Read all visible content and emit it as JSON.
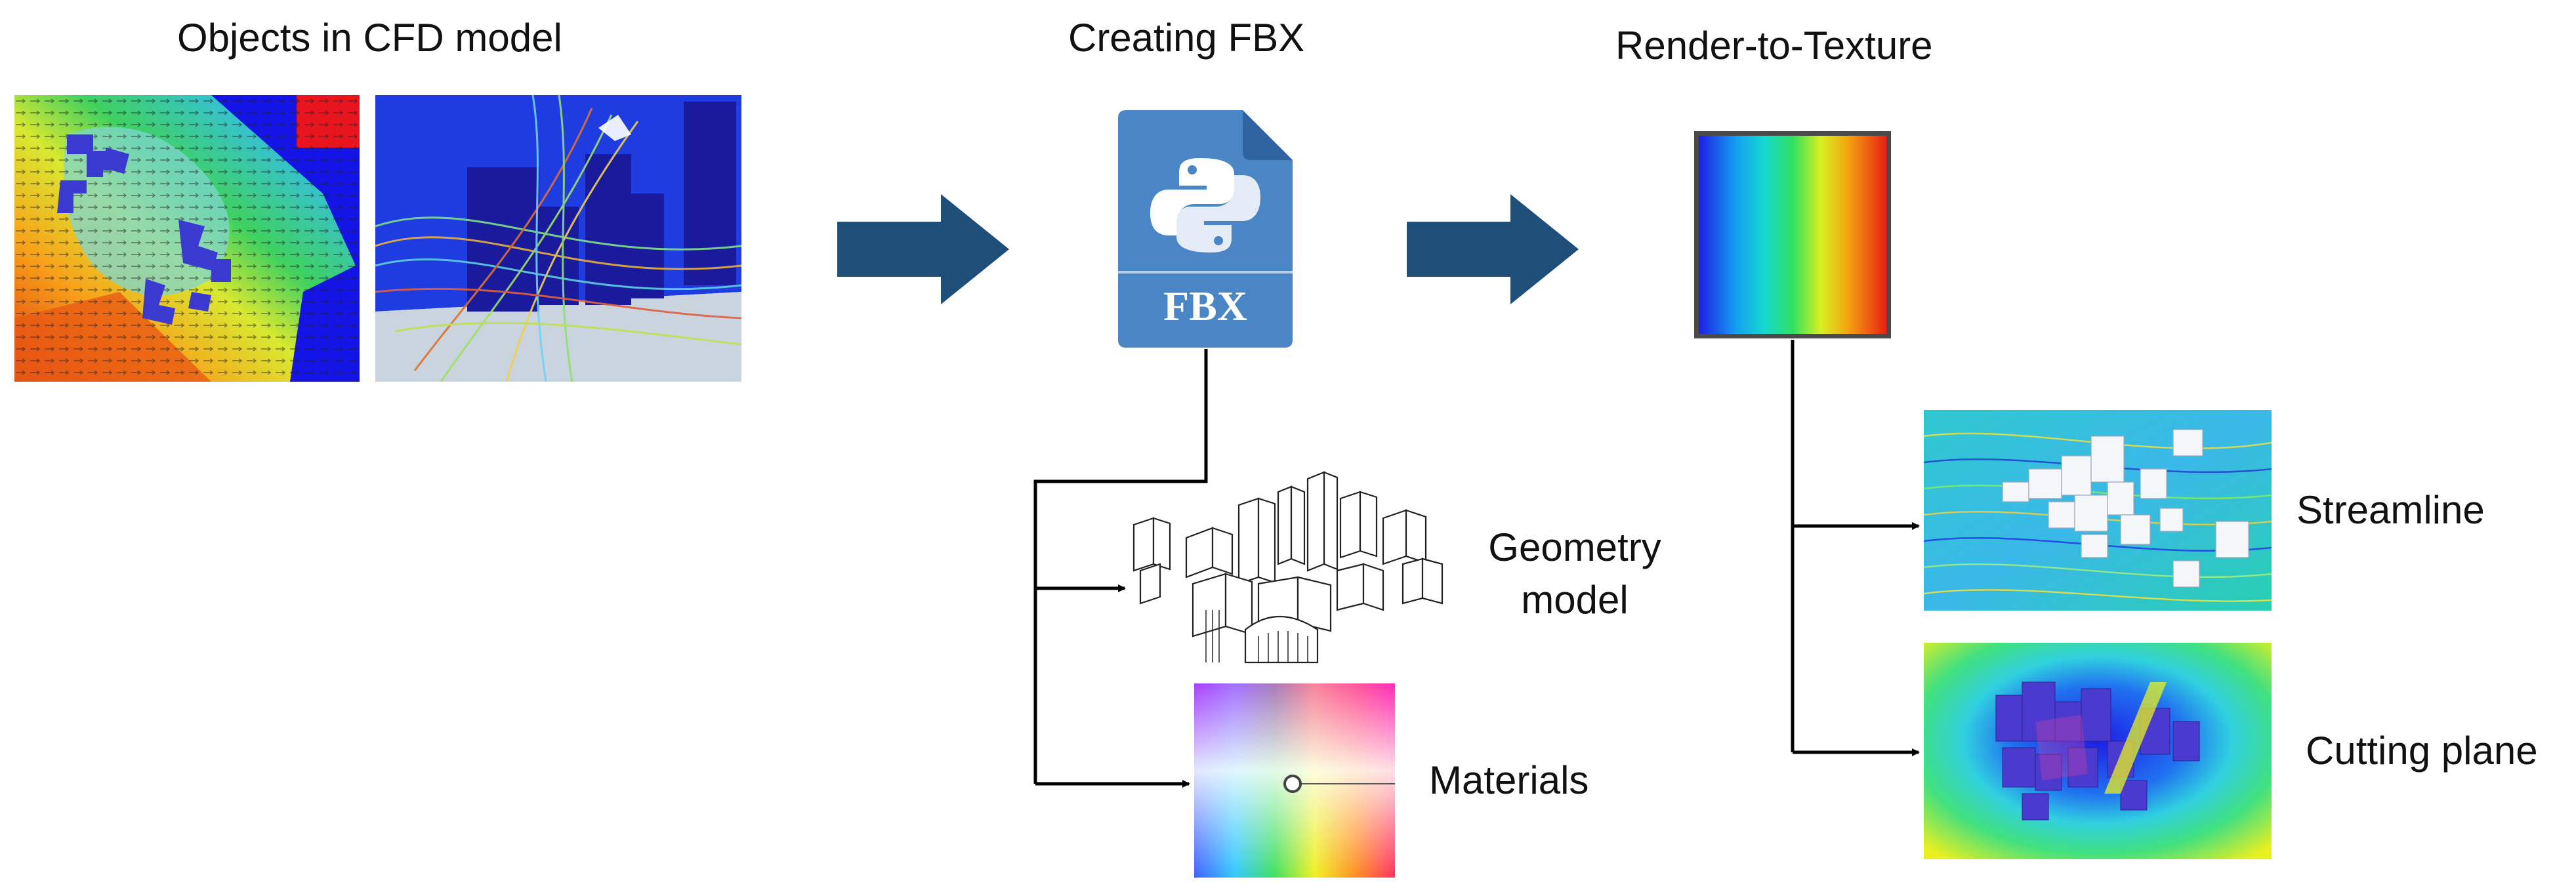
{
  "stages": {
    "cfd_title": "Objects in CFD model",
    "fbx_title": "Creating FBX",
    "rtt_title": "Render-to-Texture"
  },
  "fbx_icon": {
    "badge_text": "FBX",
    "icon": "python-file-icon"
  },
  "outputs": {
    "geometry_model": "Geometry model",
    "geometry_line1": "Geometry",
    "geometry_line2": "model",
    "materials": "Materials",
    "streamline": "Streamline",
    "cutting_plane": "Cutting plane"
  },
  "colors": {
    "arrow": "#1f4e79",
    "fbx_icon": "#4a86c5",
    "fbx_icon_dark": "#2e64a0",
    "connector": "#000000"
  }
}
